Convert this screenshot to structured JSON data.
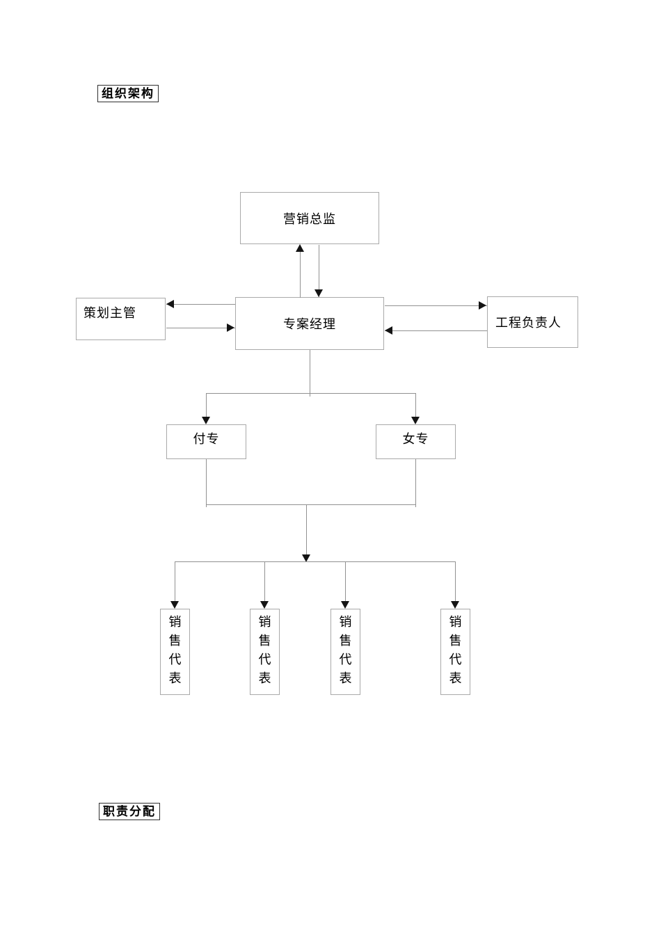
{
  "page": {
    "background_color": "#ffffff",
    "kind": "document-page-with-org-chart"
  },
  "sections": {
    "org_title": "组织架构",
    "resp_title": "职责分配"
  },
  "chart": {
    "type": "org-flowchart",
    "nodes": {
      "marketing_director": "营销总监",
      "project_manager": "专案经理",
      "planning_supervisor": "策划主管",
      "engineering_lead": "工程负责人",
      "deputy_specialist": "付专",
      "female_specialist": "女专",
      "sales_reps": [
        "销售代表",
        "销售代表",
        "销售代表",
        "销售代表"
      ]
    },
    "edges": [
      {
        "from": "project_manager",
        "to": "marketing_director",
        "style": "arrow-up"
      },
      {
        "from": "marketing_director",
        "to": "project_manager",
        "style": "arrow-down"
      },
      {
        "from": "project_manager",
        "to": "planning_supervisor",
        "style": "arrow-left"
      },
      {
        "from": "planning_supervisor",
        "to": "project_manager",
        "style": "arrow-right"
      },
      {
        "from": "project_manager",
        "to": "engineering_lead",
        "style": "arrow-right"
      },
      {
        "from": "engineering_lead",
        "to": "project_manager",
        "style": "arrow-left"
      },
      {
        "from": "project_manager",
        "to": "deputy_specialist",
        "style": "arrow-down"
      },
      {
        "from": "project_manager",
        "to": "female_specialist",
        "style": "arrow-down"
      },
      {
        "from": "deputy_specialist",
        "to": "sales_reps",
        "style": "arrow-down"
      },
      {
        "from": "female_specialist",
        "to": "sales_reps",
        "style": "arrow-down"
      }
    ],
    "colors": {
      "box_border": "#a9a9a9",
      "connector_line": "#919191",
      "arrowhead": "#141414",
      "title_border": "#2f2f2f",
      "text": "#000000"
    }
  }
}
